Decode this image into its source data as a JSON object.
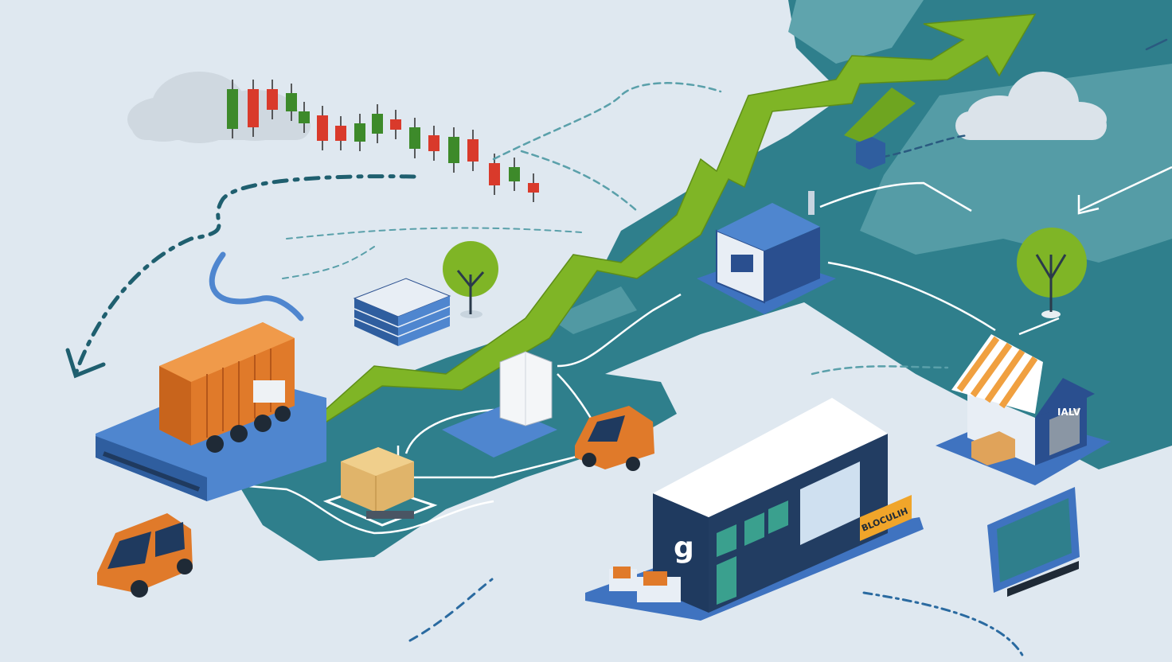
{
  "signage": {
    "shop_sign": "IALV",
    "store_sign": "BLOCULIH",
    "store_logo": "g"
  },
  "colors": {
    "background": "#dfe8f0",
    "teal_land": "#2f7f8c",
    "teal_light": "#5fa4ad",
    "growth_arrow": "#7fb526",
    "candle_up": "#3d8a2a",
    "candle_down": "#d93a2b",
    "orange": "#e07a2a",
    "navy": "#1f3a5f",
    "blue": "#3f73c0"
  }
}
